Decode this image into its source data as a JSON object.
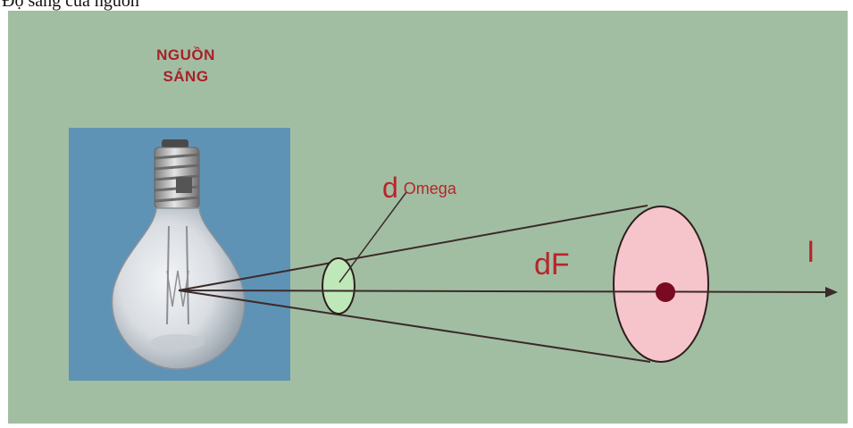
{
  "caption": {
    "text": "Độ sáng của nguồn"
  },
  "source": {
    "line1": "NGUỒN",
    "line2": "SÁNG"
  },
  "labels": {
    "d": "d",
    "omega": "Omega",
    "flux": "dF",
    "intensity": "I"
  },
  "colors": {
    "panel": "#a2bea2",
    "bulb_background": "#5f93b5",
    "text_red": "#b8242c",
    "small_ellipse_fill": "#bfe8b8",
    "large_ellipse_fill": "#f6c5cb",
    "center_dot": "#7a0a22",
    "lines": "#3b2a2a"
  }
}
